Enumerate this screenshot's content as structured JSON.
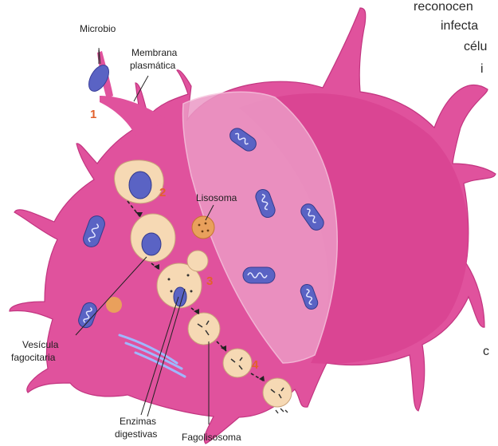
{
  "background_text": [
    "reconocen",
    "infecta",
    "célu",
    "i",
    "c"
  ],
  "labels": {
    "microbe": "Microbio",
    "membrane_line1": "Membrana",
    "membrane_line2": "plasmática",
    "lysosome": "Lisosoma",
    "vesicle_line1": "Vesícula",
    "vesicle_line2": "fagocitaria",
    "enzymes_line1": "Enzimas",
    "enzymes_line2": "digestivas",
    "phagolysosome": "Fagolisosoma"
  },
  "steps": [
    "1",
    "2",
    "3",
    "4"
  ],
  "colors": {
    "cell_outer": "#e0529d",
    "cell_inner": "#d7408f",
    "cut_face": "#ec9ac6",
    "mitochondria": "#5a63c4",
    "vesicle": "#f6d9b4",
    "lysosome": "#e9a05c",
    "step_number": "#e2612c"
  }
}
